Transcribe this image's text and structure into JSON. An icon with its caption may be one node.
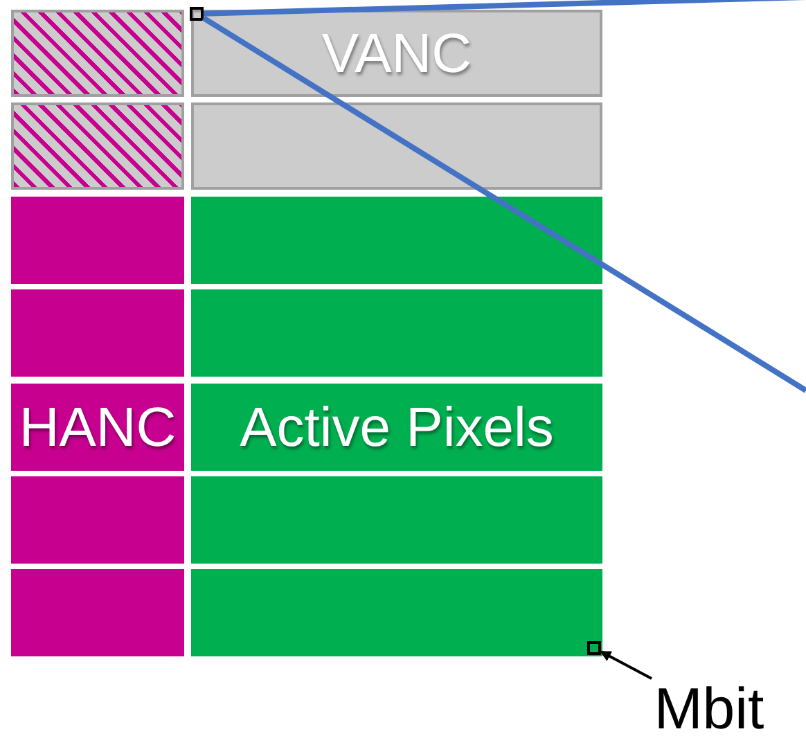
{
  "diagram": {
    "nodes": [
      {
        "text": [],
        "shape": "box"
      },
      {
        "text": [
          "VANC"
        ]
      },
      {
        "text": [],
        "shape": "box"
      },
      {
        "text": [],
        "shape": "box"
      },
      {
        "text": [],
        "shape": "box"
      },
      {
        "text": [],
        "shape": "box"
      },
      {
        "text": [],
        "shape": "box"
      },
      {
        "text": [],
        "shape": "box"
      },
      {
        "text": [
          "HANC"
        ]
      },
      {
        "text": [
          "Active Pixels"
        ]
      },
      {
        "text": [],
        "shape": "box"
      },
      {
        "text": [],
        "shape": "box"
      },
      {
        "text": [],
        "shape": "box"
      },
      {
        "text": [],
        "shape": "box"
      },
      {
        "text": [],
        "shape": "box"
      },
      {
        "text": [],
        "shape": "box",
        "in": 13
      },
      {
        "text": [
          "Mbit"
        ]
      }
    ],
    "edges": [
      {
        "from": 14,
        "to": null,
        "arrow": "none",
        "color": "#4472c4"
      },
      {
        "from": 14,
        "to": null,
        "arrow": "none",
        "color": "#4472c4"
      },
      {
        "from": 16,
        "to": 15,
        "arrow": "to",
        "color": "#000000"
      }
    ]
  }
}
